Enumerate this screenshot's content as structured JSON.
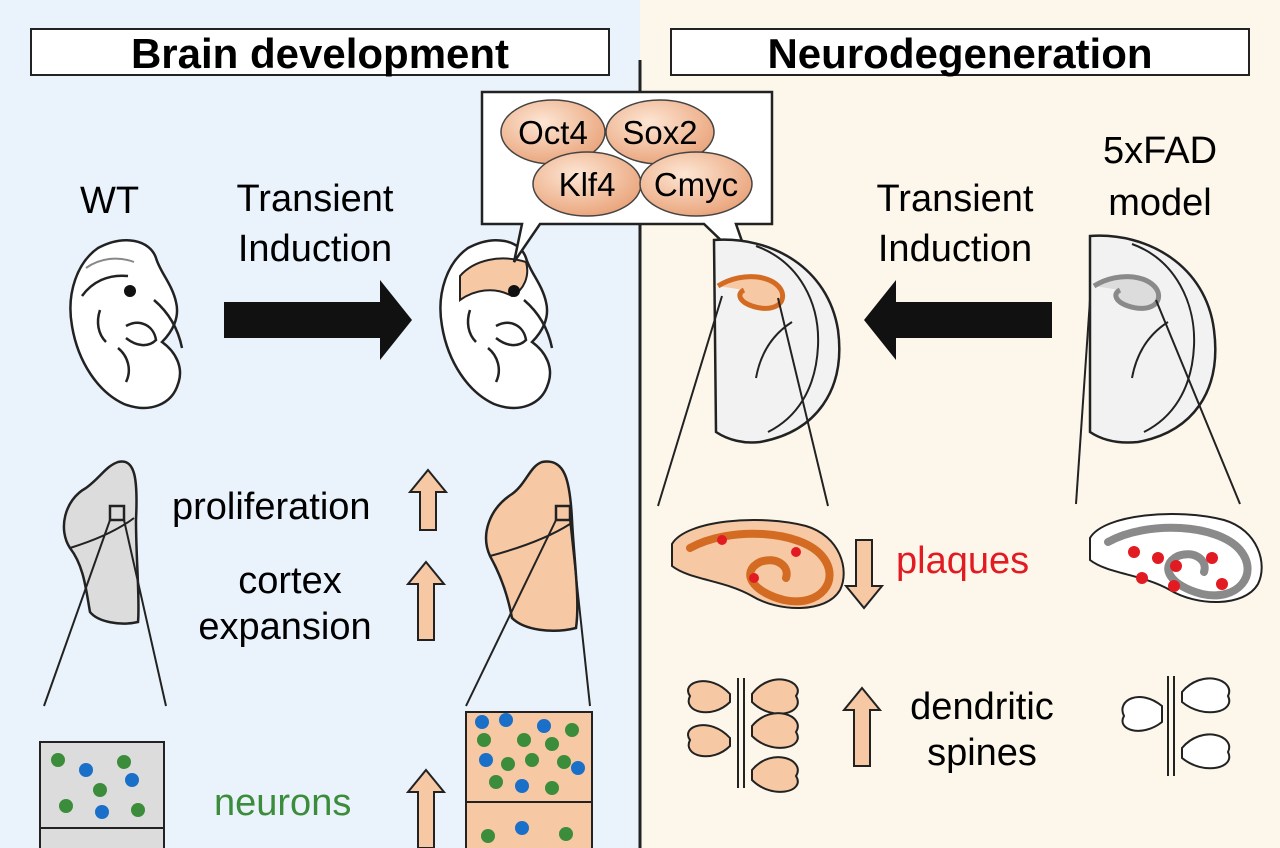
{
  "left_panel": {
    "title": "Brain development",
    "wt_label": "WT",
    "induction_label_1": "Transient",
    "induction_label_2": "Induction",
    "proliferation": "proliferation",
    "cortex_1": "cortex",
    "cortex_2": "expansion",
    "neurons": "neurons"
  },
  "right_panel": {
    "title": "Neurodegeneration",
    "model_1": "5xFAD",
    "model_2": "model",
    "induction_label_1": "Transient",
    "induction_label_2": "Induction",
    "plaques": "plaques",
    "dendritic_1": "dendritic",
    "dendritic_2": "spines"
  },
  "factors": [
    "Oct4",
    "Sox2",
    "Klf4",
    "Cmyc"
  ],
  "colors": {
    "left_bg": "#eaf3fc",
    "right_bg": "#fcf7ea",
    "peach": "#f6c8a4",
    "orange": "#d36b22",
    "neuron_green": "#3b8c3b",
    "neuron_blue": "#1a70c8",
    "plaque_red": "#e21b23"
  }
}
